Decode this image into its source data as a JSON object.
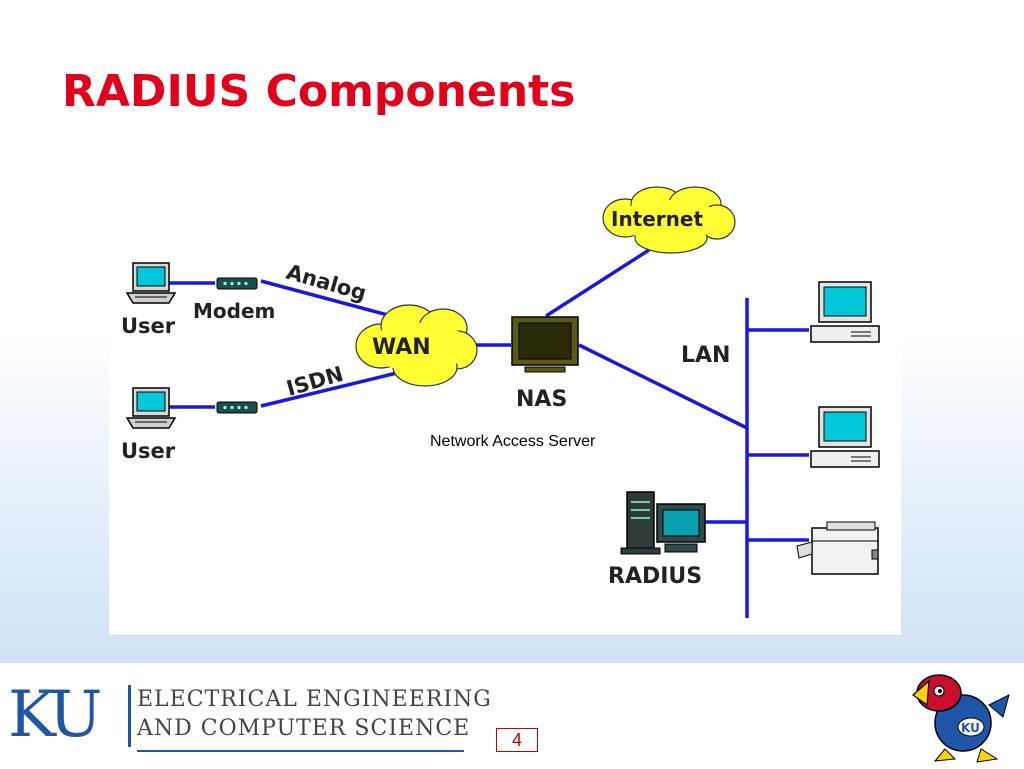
{
  "slide": {
    "title": "RADIUS Components",
    "page_number": "4"
  },
  "diagram": {
    "users": [
      "User",
      "User"
    ],
    "modem_label": "Modem",
    "analog_label": "Analog",
    "isdn_label": "ISDN",
    "wan_label": "WAN",
    "internet_label": "Internet",
    "nas_label": "NAS",
    "nas_caption": "Network Access Server",
    "lan_label": "LAN",
    "radius_label": "RADIUS"
  },
  "footer": {
    "logo_text": "KU",
    "dept_line1": "ELECTRICAL ENGINEERING",
    "dept_line2": "AND COMPUTER SCIENCE"
  },
  "colors": {
    "title": "#e3001b",
    "link": "#1818e0",
    "cloud": "#ffff33",
    "device_screen": "#00c8d8",
    "ku_blue": "#1f56a8"
  },
  "icons": [
    "laptop-icon",
    "modem-icon",
    "cloud-icon",
    "terminal-icon",
    "desktop-icon",
    "server-tower-icon",
    "printer-icon",
    "jayhawk-mascot-icon"
  ]
}
